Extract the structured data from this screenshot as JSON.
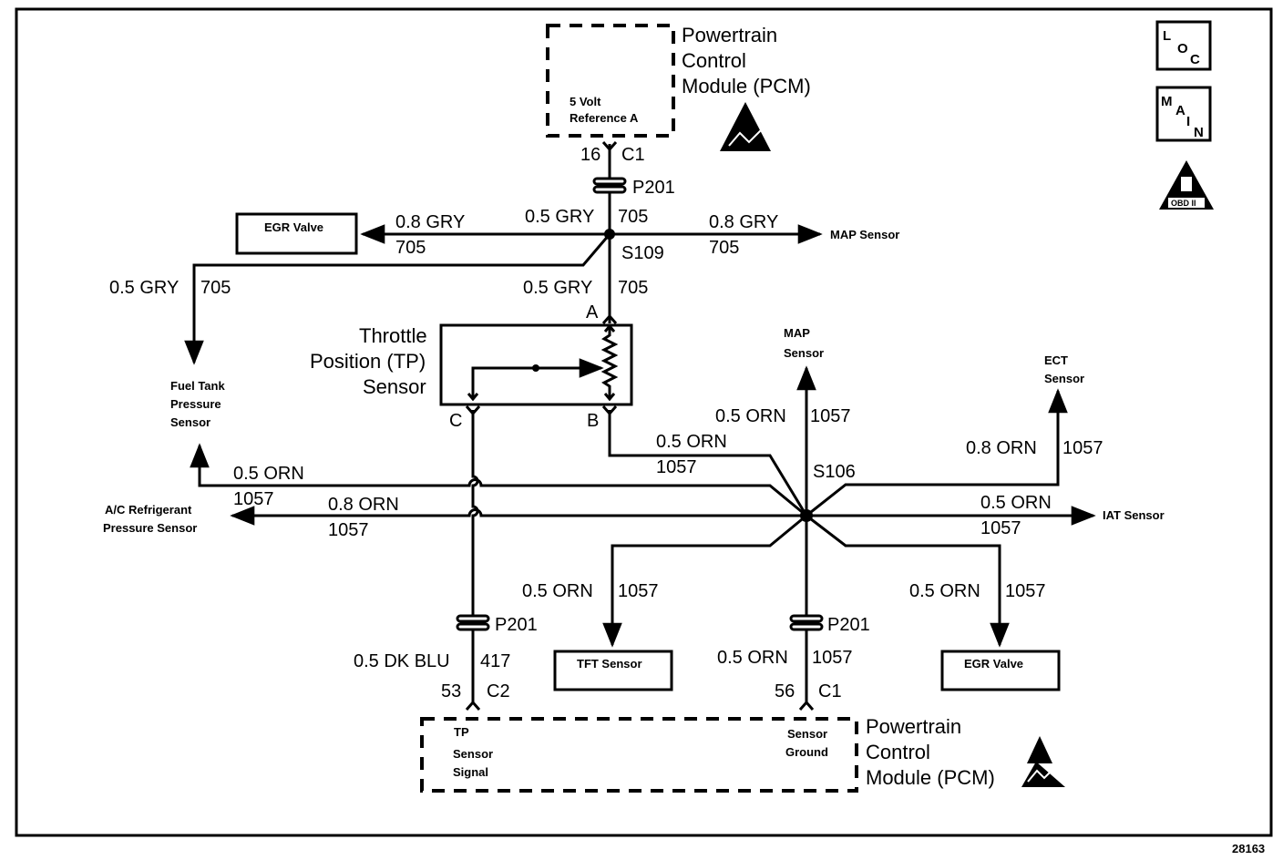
{
  "pcm_top": {
    "title_line1": "Powertrain",
    "title_line2": "Control",
    "title_line3": "Module (PCM)",
    "circuit_line1": "5 Volt",
    "circuit_line2": "Reference A",
    "pin": "16",
    "connector": "C1"
  },
  "icons": {
    "loc_letters": [
      "L",
      "O",
      "C"
    ],
    "main_letters": [
      "M",
      "A",
      "I",
      "N"
    ],
    "obd_label": "OBD II",
    "esd_icon": "esd-triangle-icon"
  },
  "p201": "P201",
  "splice_s109": "S109",
  "splice_s106": "S106",
  "wires": {
    "gry_05": "0.5 GRY",
    "gry_08": "0.8 GRY",
    "c705": "705",
    "orn_05": "0.5 ORN",
    "orn_08": "0.8 ORN",
    "c1057": "1057",
    "dkblu": "0.5 DK BLU",
    "c417": "417"
  },
  "components": {
    "egr_valve": "EGR Valve",
    "map_sensor": "MAP Sensor",
    "fuel_tank_1": "Fuel Tank",
    "fuel_tank_2": "Pressure",
    "fuel_tank_3": "Sensor",
    "tp_line1": "Throttle",
    "tp_line2": "Position (TP)",
    "tp_line3": "Sensor",
    "pin_a": "A",
    "pin_b": "B",
    "pin_c": "C",
    "map_1": "MAP",
    "map_2": "Sensor",
    "ect_1": "ECT",
    "ect_2": "Sensor",
    "ac_1": "A/C Refrigerant",
    "ac_2": "Pressure Sensor",
    "iat": "IAT Sensor",
    "tft": "TFT Sensor",
    "egr_valve_2": "EGR Valve"
  },
  "pcm_bottom": {
    "tp_signal_1": "TP",
    "tp_signal_2": "Sensor",
    "tp_signal_3": "Signal",
    "ground_1": "Sensor",
    "ground_2": "Ground",
    "pin_53": "53",
    "c2": "C2",
    "pin_56": "56",
    "c1": "C1",
    "title_line1": "Powertrain",
    "title_line2": "Control",
    "title_line3": "Module (PCM)"
  },
  "figure_number": "28163"
}
